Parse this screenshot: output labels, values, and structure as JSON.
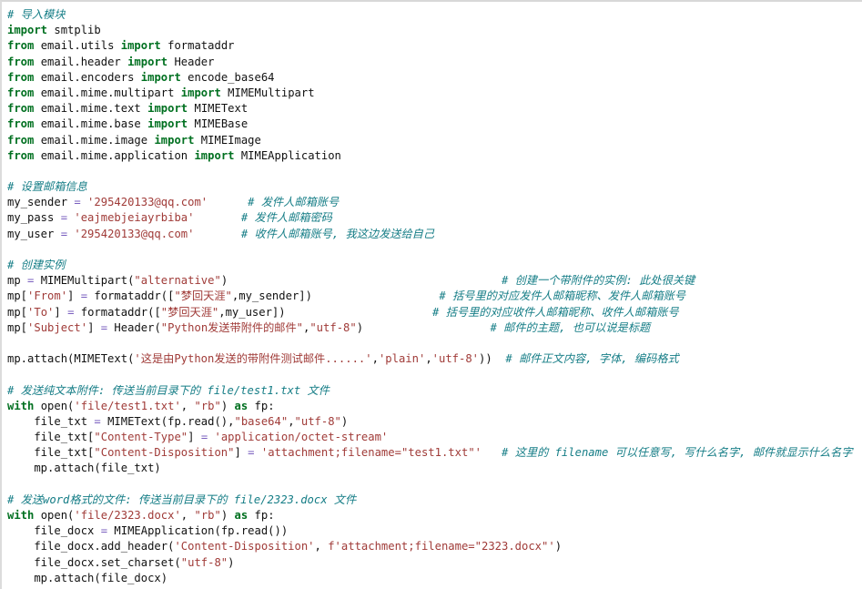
{
  "editor": {
    "language": "python",
    "background": "#ffffff",
    "colors": {
      "keyword": "#007020",
      "string": "#a03b38",
      "comment": "#157d86",
      "operator": "#7a5fbf",
      "text": "#111111",
      "border": "#d8d8d8"
    }
  },
  "code": {
    "lines": [
      {
        "n": 1,
        "segments": [
          {
            "t": "cmt",
            "s": "# 导入模块"
          }
        ]
      },
      {
        "n": 2,
        "segments": [
          {
            "t": "kw",
            "s": "import"
          },
          {
            "t": "plain",
            "s": " smtplib"
          }
        ]
      },
      {
        "n": 3,
        "segments": [
          {
            "t": "kw",
            "s": "from"
          },
          {
            "t": "plain",
            "s": " email.utils "
          },
          {
            "t": "kw",
            "s": "import"
          },
          {
            "t": "plain",
            "s": " formataddr"
          }
        ]
      },
      {
        "n": 4,
        "segments": [
          {
            "t": "kw",
            "s": "from"
          },
          {
            "t": "plain",
            "s": " email.header "
          },
          {
            "t": "kw",
            "s": "import"
          },
          {
            "t": "plain",
            "s": " Header"
          }
        ]
      },
      {
        "n": 5,
        "segments": [
          {
            "t": "kw",
            "s": "from"
          },
          {
            "t": "plain",
            "s": " email.encoders "
          },
          {
            "t": "kw",
            "s": "import"
          },
          {
            "t": "plain",
            "s": " encode_base64"
          }
        ]
      },
      {
        "n": 6,
        "segments": [
          {
            "t": "kw",
            "s": "from"
          },
          {
            "t": "plain",
            "s": " email.mime.multipart "
          },
          {
            "t": "kw",
            "s": "import"
          },
          {
            "t": "plain",
            "s": " MIMEMultipart"
          }
        ]
      },
      {
        "n": 7,
        "segments": [
          {
            "t": "kw",
            "s": "from"
          },
          {
            "t": "plain",
            "s": " email.mime.text "
          },
          {
            "t": "kw",
            "s": "import"
          },
          {
            "t": "plain",
            "s": " MIMEText"
          }
        ]
      },
      {
        "n": 8,
        "segments": [
          {
            "t": "kw",
            "s": "from"
          },
          {
            "t": "plain",
            "s": " email.mime.base "
          },
          {
            "t": "kw",
            "s": "import"
          },
          {
            "t": "plain",
            "s": " MIMEBase"
          }
        ]
      },
      {
        "n": 9,
        "segments": [
          {
            "t": "kw",
            "s": "from"
          },
          {
            "t": "plain",
            "s": " email.mime.image "
          },
          {
            "t": "kw",
            "s": "import"
          },
          {
            "t": "plain",
            "s": " MIMEImage"
          }
        ]
      },
      {
        "n": 10,
        "segments": [
          {
            "t": "kw",
            "s": "from"
          },
          {
            "t": "plain",
            "s": " email.mime.application "
          },
          {
            "t": "kw",
            "s": "import"
          },
          {
            "t": "plain",
            "s": " MIMEApplication"
          }
        ]
      },
      {
        "n": 11,
        "segments": []
      },
      {
        "n": 12,
        "segments": [
          {
            "t": "cmt",
            "s": "# 设置邮箱信息"
          }
        ]
      },
      {
        "n": 13,
        "segments": [
          {
            "t": "plain",
            "s": "my_sender "
          },
          {
            "t": "op",
            "s": "="
          },
          {
            "t": "str",
            "s": " '295420133@qq.com'"
          },
          {
            "t": "plain",
            "s": "      "
          },
          {
            "t": "cmt",
            "s": "# 发件人邮箱账号"
          }
        ]
      },
      {
        "n": 14,
        "segments": [
          {
            "t": "plain",
            "s": "my_pass "
          },
          {
            "t": "op",
            "s": "="
          },
          {
            "t": "str",
            "s": " 'eajmebjeiayrbiba'"
          },
          {
            "t": "plain",
            "s": "       "
          },
          {
            "t": "cmt",
            "s": "# 发件人邮箱密码"
          }
        ]
      },
      {
        "n": 15,
        "segments": [
          {
            "t": "plain",
            "s": "my_user "
          },
          {
            "t": "op",
            "s": "="
          },
          {
            "t": "str",
            "s": " '295420133@qq.com'"
          },
          {
            "t": "plain",
            "s": "       "
          },
          {
            "t": "cmt",
            "s": "# 收件人邮箱账号, 我这边发送给自己"
          }
        ]
      },
      {
        "n": 16,
        "segments": []
      },
      {
        "n": 17,
        "segments": [
          {
            "t": "cmt",
            "s": "# 创建实例"
          }
        ]
      },
      {
        "n": 18,
        "segments": [
          {
            "t": "plain",
            "s": "mp "
          },
          {
            "t": "op",
            "s": "="
          },
          {
            "t": "plain",
            "s": " MIMEMultipart("
          },
          {
            "t": "str",
            "s": "\"alternative\""
          },
          {
            "t": "plain",
            "s": ")"
          },
          {
            "t": "pad",
            "s": "                                         "
          },
          {
            "t": "cmt",
            "s": "# 创建一个带附件的实例: 此处很关键"
          }
        ]
      },
      {
        "n": 19,
        "segments": [
          {
            "t": "plain",
            "s": "mp["
          },
          {
            "t": "str",
            "s": "'From'"
          },
          {
            "t": "plain",
            "s": "] "
          },
          {
            "t": "op",
            "s": "="
          },
          {
            "t": "plain",
            "s": " formataddr(["
          },
          {
            "t": "str",
            "s": "\"梦回天涯\""
          },
          {
            "t": "plain",
            "s": ",my_sender])"
          },
          {
            "t": "pad",
            "s": "                   "
          },
          {
            "t": "cmt",
            "s": "# 括号里的对应发件人邮箱昵称、发件人邮箱账号"
          }
        ]
      },
      {
        "n": 20,
        "segments": [
          {
            "t": "plain",
            "s": "mp["
          },
          {
            "t": "str",
            "s": "'To'"
          },
          {
            "t": "plain",
            "s": "] "
          },
          {
            "t": "op",
            "s": "="
          },
          {
            "t": "plain",
            "s": " formataddr(["
          },
          {
            "t": "str",
            "s": "\"梦回天涯\""
          },
          {
            "t": "plain",
            "s": ",my_user])"
          },
          {
            "t": "pad",
            "s": "                      "
          },
          {
            "t": "cmt",
            "s": "# 括号里的对应收件人邮箱昵称、收件人邮箱账号"
          }
        ]
      },
      {
        "n": 21,
        "segments": [
          {
            "t": "plain",
            "s": "mp["
          },
          {
            "t": "str",
            "s": "'Subject'"
          },
          {
            "t": "plain",
            "s": "] "
          },
          {
            "t": "op",
            "s": "="
          },
          {
            "t": "plain",
            "s": " Header("
          },
          {
            "t": "str",
            "s": "\"Python发送带附件的邮件\""
          },
          {
            "t": "plain",
            "s": ","
          },
          {
            "t": "str",
            "s": "\"utf-8\""
          },
          {
            "t": "plain",
            "s": ")"
          },
          {
            "t": "pad",
            "s": "                   "
          },
          {
            "t": "cmt",
            "s": "# 邮件的主题, 也可以说是标题"
          }
        ]
      },
      {
        "n": 22,
        "segments": []
      },
      {
        "n": 23,
        "segments": [
          {
            "t": "plain",
            "s": "mp.attach(MIMEText("
          },
          {
            "t": "str",
            "s": "'这是由Python发送的带附件测试邮件......'"
          },
          {
            "t": "plain",
            "s": ","
          },
          {
            "t": "str",
            "s": "'plain'"
          },
          {
            "t": "plain",
            "s": ","
          },
          {
            "t": "str",
            "s": "'utf-8'"
          },
          {
            "t": "plain",
            "s": "))"
          },
          {
            "t": "pad",
            "s": "  "
          },
          {
            "t": "cmt",
            "s": "# 邮件正文内容, 字体, 编码格式"
          }
        ]
      },
      {
        "n": 24,
        "segments": []
      },
      {
        "n": 25,
        "segments": [
          {
            "t": "cmt",
            "s": "# 发送纯文本附件: 传送当前目录下的 file/test1.txt 文件"
          }
        ]
      },
      {
        "n": 26,
        "segments": [
          {
            "t": "kw",
            "s": "with"
          },
          {
            "t": "plain",
            "s": " open("
          },
          {
            "t": "str",
            "s": "'file/test1.txt'"
          },
          {
            "t": "plain",
            "s": ", "
          },
          {
            "t": "str",
            "s": "\"rb\""
          },
          {
            "t": "plain",
            "s": ") "
          },
          {
            "t": "kw",
            "s": "as"
          },
          {
            "t": "plain",
            "s": " fp:"
          }
        ]
      },
      {
        "n": 27,
        "segments": [
          {
            "t": "plain",
            "s": "    file_txt "
          },
          {
            "t": "op",
            "s": "="
          },
          {
            "t": "plain",
            "s": " MIMEText(fp.read(),"
          },
          {
            "t": "str",
            "s": "\"base64\""
          },
          {
            "t": "plain",
            "s": ","
          },
          {
            "t": "str",
            "s": "\"utf-8\""
          },
          {
            "t": "plain",
            "s": ")"
          }
        ]
      },
      {
        "n": 28,
        "segments": [
          {
            "t": "plain",
            "s": "    file_txt["
          },
          {
            "t": "str",
            "s": "\"Content-Type\""
          },
          {
            "t": "plain",
            "s": "] "
          },
          {
            "t": "op",
            "s": "="
          },
          {
            "t": "str",
            "s": " 'application/octet-stream'"
          }
        ]
      },
      {
        "n": 29,
        "segments": [
          {
            "t": "plain",
            "s": "    file_txt["
          },
          {
            "t": "str",
            "s": "\"Content-Disposition\""
          },
          {
            "t": "plain",
            "s": "] "
          },
          {
            "t": "op",
            "s": "="
          },
          {
            "t": "str",
            "s": " 'attachment;filename=\"test1.txt\"'"
          },
          {
            "t": "pad",
            "s": "   "
          },
          {
            "t": "cmt",
            "s": "# 这里的 filename 可以任意写, 写什么名字, 邮件就显示什么名字"
          }
        ]
      },
      {
        "n": 30,
        "segments": [
          {
            "t": "plain",
            "s": "    mp.attach(file_txt)"
          }
        ]
      },
      {
        "n": 31,
        "segments": []
      },
      {
        "n": 32,
        "segments": [
          {
            "t": "cmt",
            "s": "# 发送word格式的文件: 传送当前目录下的 file/2323.docx 文件"
          }
        ]
      },
      {
        "n": 33,
        "segments": [
          {
            "t": "kw",
            "s": "with"
          },
          {
            "t": "plain",
            "s": " open("
          },
          {
            "t": "str",
            "s": "'file/2323.docx'"
          },
          {
            "t": "plain",
            "s": ", "
          },
          {
            "t": "str",
            "s": "\"rb\""
          },
          {
            "t": "plain",
            "s": ") "
          },
          {
            "t": "kw",
            "s": "as"
          },
          {
            "t": "plain",
            "s": " fp:"
          }
        ]
      },
      {
        "n": 34,
        "segments": [
          {
            "t": "plain",
            "s": "    file_docx "
          },
          {
            "t": "op",
            "s": "="
          },
          {
            "t": "plain",
            "s": " MIMEApplication(fp.read())"
          }
        ]
      },
      {
        "n": 35,
        "segments": [
          {
            "t": "plain",
            "s": "    file_docx.add_header("
          },
          {
            "t": "str",
            "s": "'Content-Disposition'"
          },
          {
            "t": "plain",
            "s": ", "
          },
          {
            "t": "str",
            "s": "f'attachment;filename=\"2323.docx\"'"
          },
          {
            "t": "plain",
            "s": ")"
          }
        ]
      },
      {
        "n": 36,
        "segments": [
          {
            "t": "plain",
            "s": "    file_docx.set_charset("
          },
          {
            "t": "str",
            "s": "\"utf-8\""
          },
          {
            "t": "plain",
            "s": ")"
          }
        ]
      },
      {
        "n": 37,
        "segments": [
          {
            "t": "plain",
            "s": "    mp.attach(file_docx)"
          }
        ]
      }
    ]
  }
}
